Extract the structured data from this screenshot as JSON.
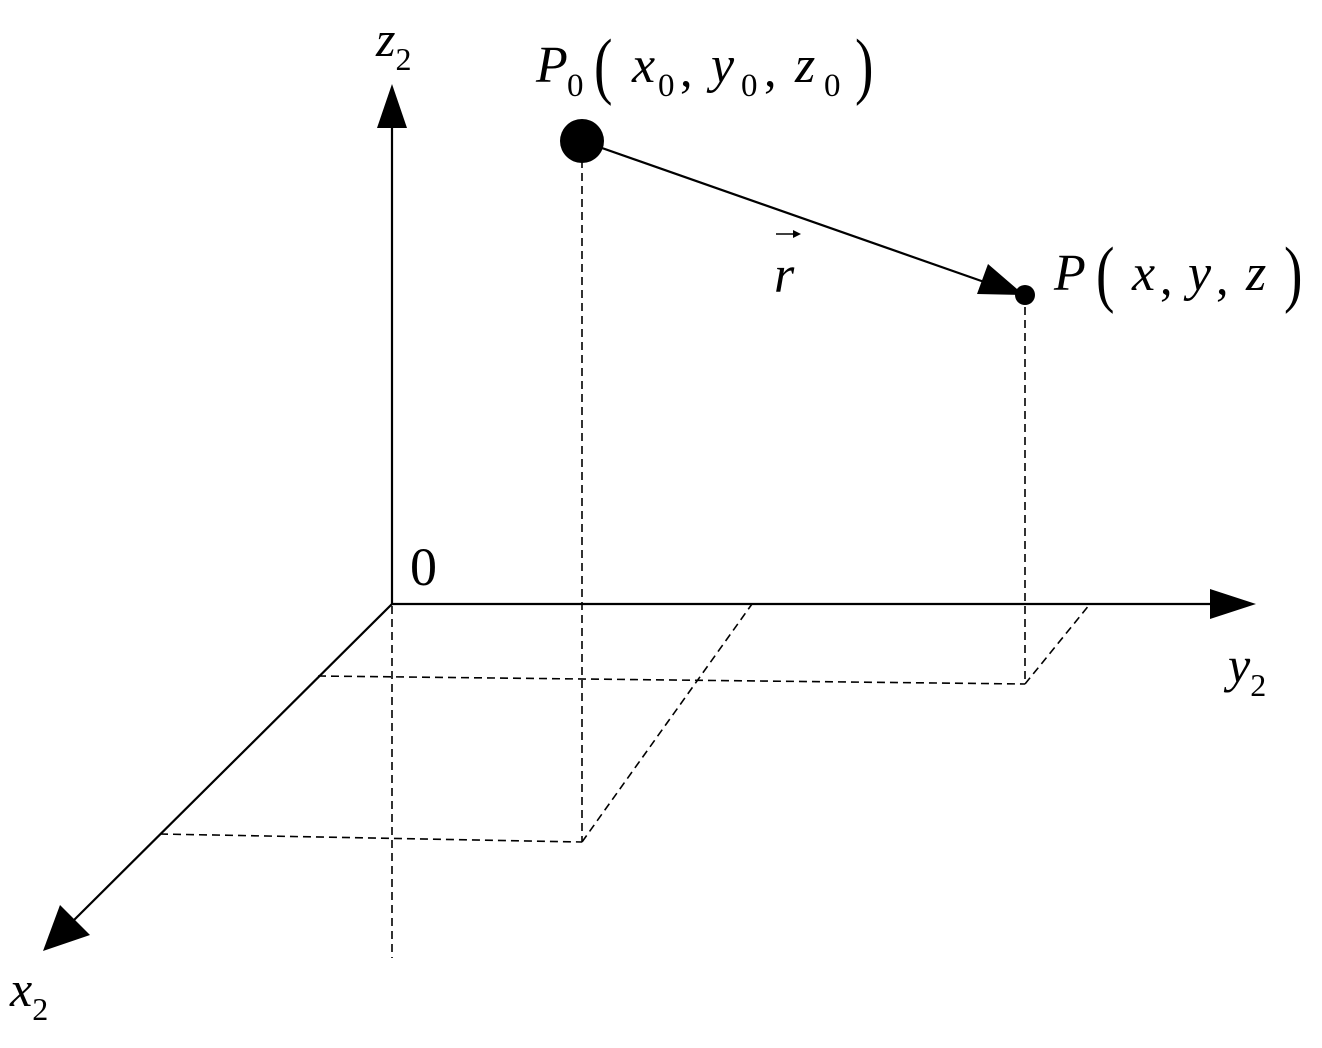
{
  "labels": {
    "z_axis": {
      "base": "z",
      "sub": "2"
    },
    "y_axis": {
      "base": "y",
      "sub": "2"
    },
    "x_axis": {
      "base": "x",
      "sub": "2"
    },
    "origin": "0",
    "vector": "r",
    "p0": {
      "name": "P",
      "name_sub": "0",
      "open": "(",
      "close": ")",
      "x": "x",
      "x_sub": "0",
      "y": "y",
      "y_sub": "0",
      "z": "z",
      "z_sub": "0",
      "comma": ","
    },
    "p": {
      "name": "P",
      "open": "(",
      "close": ")",
      "x": "x",
      "y": "y",
      "z": "z",
      "comma": ","
    }
  },
  "colors": {
    "ink": "#000000",
    "background": "#ffffff"
  }
}
